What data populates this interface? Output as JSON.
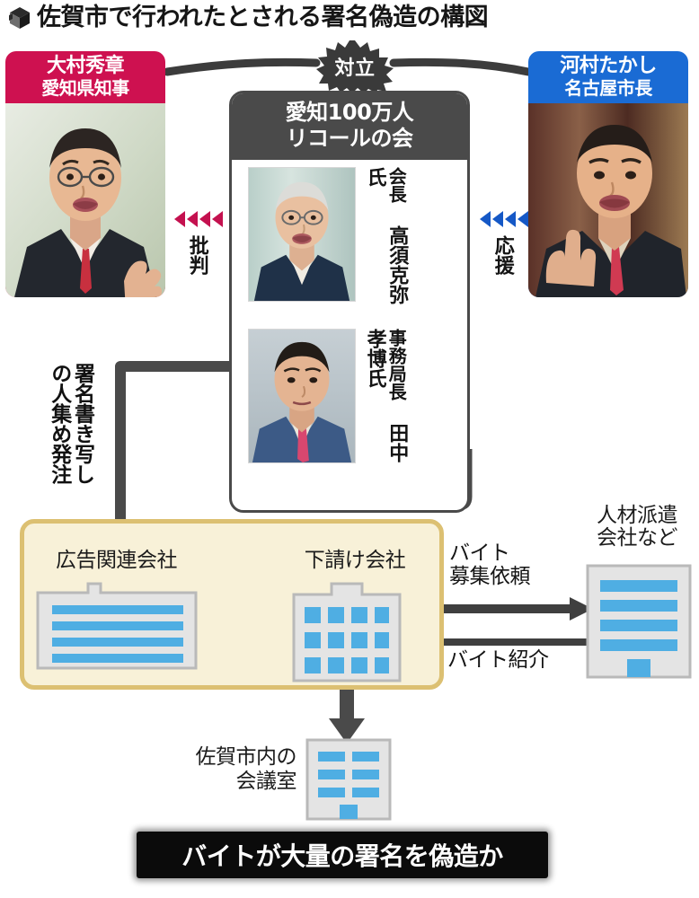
{
  "title": {
    "icon": "cube-icon",
    "text": "佐賀市で行われたとされる署名偽造の構図"
  },
  "conflict_badge": {
    "label": "対立",
    "color": "#3A3A3A"
  },
  "people": {
    "left": {
      "name": "大村秀章",
      "role": "愛知県知事",
      "color": "#CE1150",
      "photo_alt": "大村秀章の顔写真"
    },
    "right": {
      "name": "河村たかし",
      "role": "名古屋市長",
      "color": "#1A6BD4",
      "photo_alt": "河村たかしの顔写真"
    }
  },
  "recall_group": {
    "title_line1": "愛知100万人",
    "title_line2": "リコールの会",
    "header_color": "#4A4A4A",
    "members": [
      {
        "role": "会長",
        "name": "高須克弥氏",
        "photo_alt": "高須克弥氏の顔写真"
      },
      {
        "role": "事務局長",
        "name": "田中孝博氏",
        "photo_alt": "田中孝博氏の顔写真"
      }
    ]
  },
  "relations": {
    "left_arrow_label": "批判",
    "left_arrow_color": "#C4114F",
    "right_arrow_label": "応援",
    "right_arrow_color": "#1558C6",
    "commission_label": "署名書き写し\nの人集め発注"
  },
  "flow": {
    "panel_color": "#F8F1D8",
    "panel_border": "#DCC072",
    "nodes": [
      {
        "id": "ad-company",
        "label": "広告関連会社",
        "icon": "office-building-wide-icon"
      },
      {
        "id": "subcontractor",
        "label": "下請け会社",
        "icon": "office-building-grid-icon"
      },
      {
        "id": "staffing",
        "label": "人材派遣\n会社など",
        "icon": "office-building-tall-icon"
      },
      {
        "id": "meeting-room",
        "label": "佐賀市内の\n会議室",
        "icon": "office-building-room-icon"
      }
    ],
    "edges": [
      {
        "id": "edge-request",
        "label": "バイト\n募集依頼",
        "direction": "right"
      },
      {
        "id": "edge-referral",
        "label": "バイト紹介",
        "direction": "left"
      }
    ],
    "icon_accent": "#4FAEE3",
    "icon_body": "#E3E3E3"
  },
  "conclusion": {
    "text": "バイトが大量の署名を偽造か",
    "background": "#0b0b0b",
    "text_color": "#ffffff"
  }
}
